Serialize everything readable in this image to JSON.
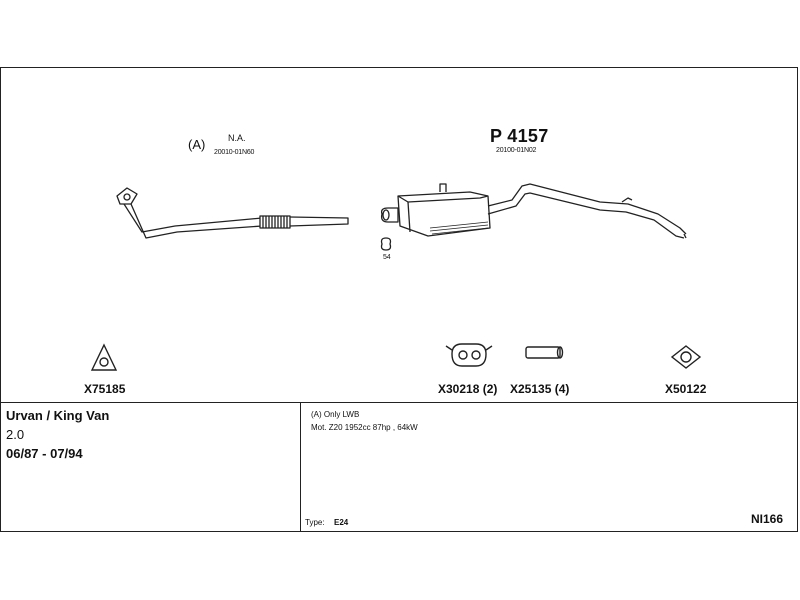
{
  "assembly": {
    "front_section": {
      "marker": "(A)",
      "label": "N.A.",
      "part_ref": "20010-01N60"
    },
    "rear_section": {
      "part_no": "P 4157",
      "part_ref": "20100-01N02"
    },
    "hanger_note": "54"
  },
  "fittings": [
    {
      "code": "X75185",
      "icon": "triangle-gasket-icon"
    },
    {
      "code": "X30218 (2)",
      "icon": "rubber-hanger-icon"
    },
    {
      "code": "X25135 (4)",
      "icon": "pipe-clamp-icon"
    },
    {
      "code": "X50122",
      "icon": "flange-gasket-icon"
    }
  ],
  "vehicle": {
    "model": "Urvan / King Van",
    "engine": "2.0",
    "years": "06/87 - 07/94"
  },
  "notes": {
    "line1": "(A) Only LWB",
    "line2": "Mot. Z20 1952cc 87hp , 64kW"
  },
  "type": {
    "label": "Type:",
    "value": "E24"
  },
  "catalog_code": "NI166"
}
